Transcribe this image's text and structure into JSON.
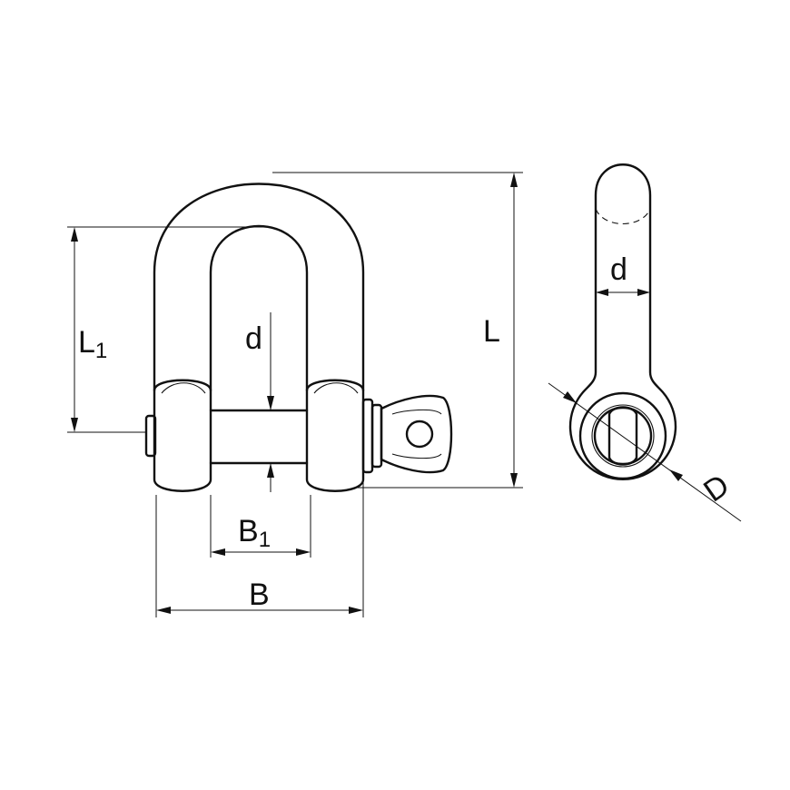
{
  "labels": {
    "L1_main": "L",
    "L1_sub": "1",
    "L": "L",
    "d_front": "d",
    "d_side": "d",
    "B1_main": "B",
    "B1_sub": "1",
    "B": "B",
    "D": "D"
  }
}
